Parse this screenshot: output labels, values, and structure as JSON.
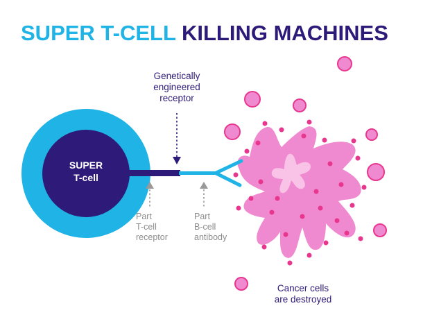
{
  "title": {
    "part1": "SUPER T-CELL",
    "part2": "KILLING MACHINES"
  },
  "labels": {
    "engineered_receptor": [
      "Genetically",
      "engineered",
      "receptor"
    ],
    "super_tcell": [
      "SUPER",
      "T-cell"
    ],
    "tcell_receptor": [
      "Part",
      "T-cell",
      "receptor"
    ],
    "bcell_antibody": [
      "Part",
      "B-cell",
      "antibody"
    ],
    "cancer": [
      "Cancer cells",
      "are destroyed"
    ]
  },
  "colors": {
    "title_light": "#1fb3e6",
    "title_dark": "#2e1a78",
    "tcell_outer": "#1fb3e6",
    "tcell_inner": "#2e1a78",
    "cancer_fill": "#f08ad0",
    "cancer_inner": "#f8c3e6",
    "cancer_dots": "#e8368f",
    "arrow_grey": "#999999"
  }
}
